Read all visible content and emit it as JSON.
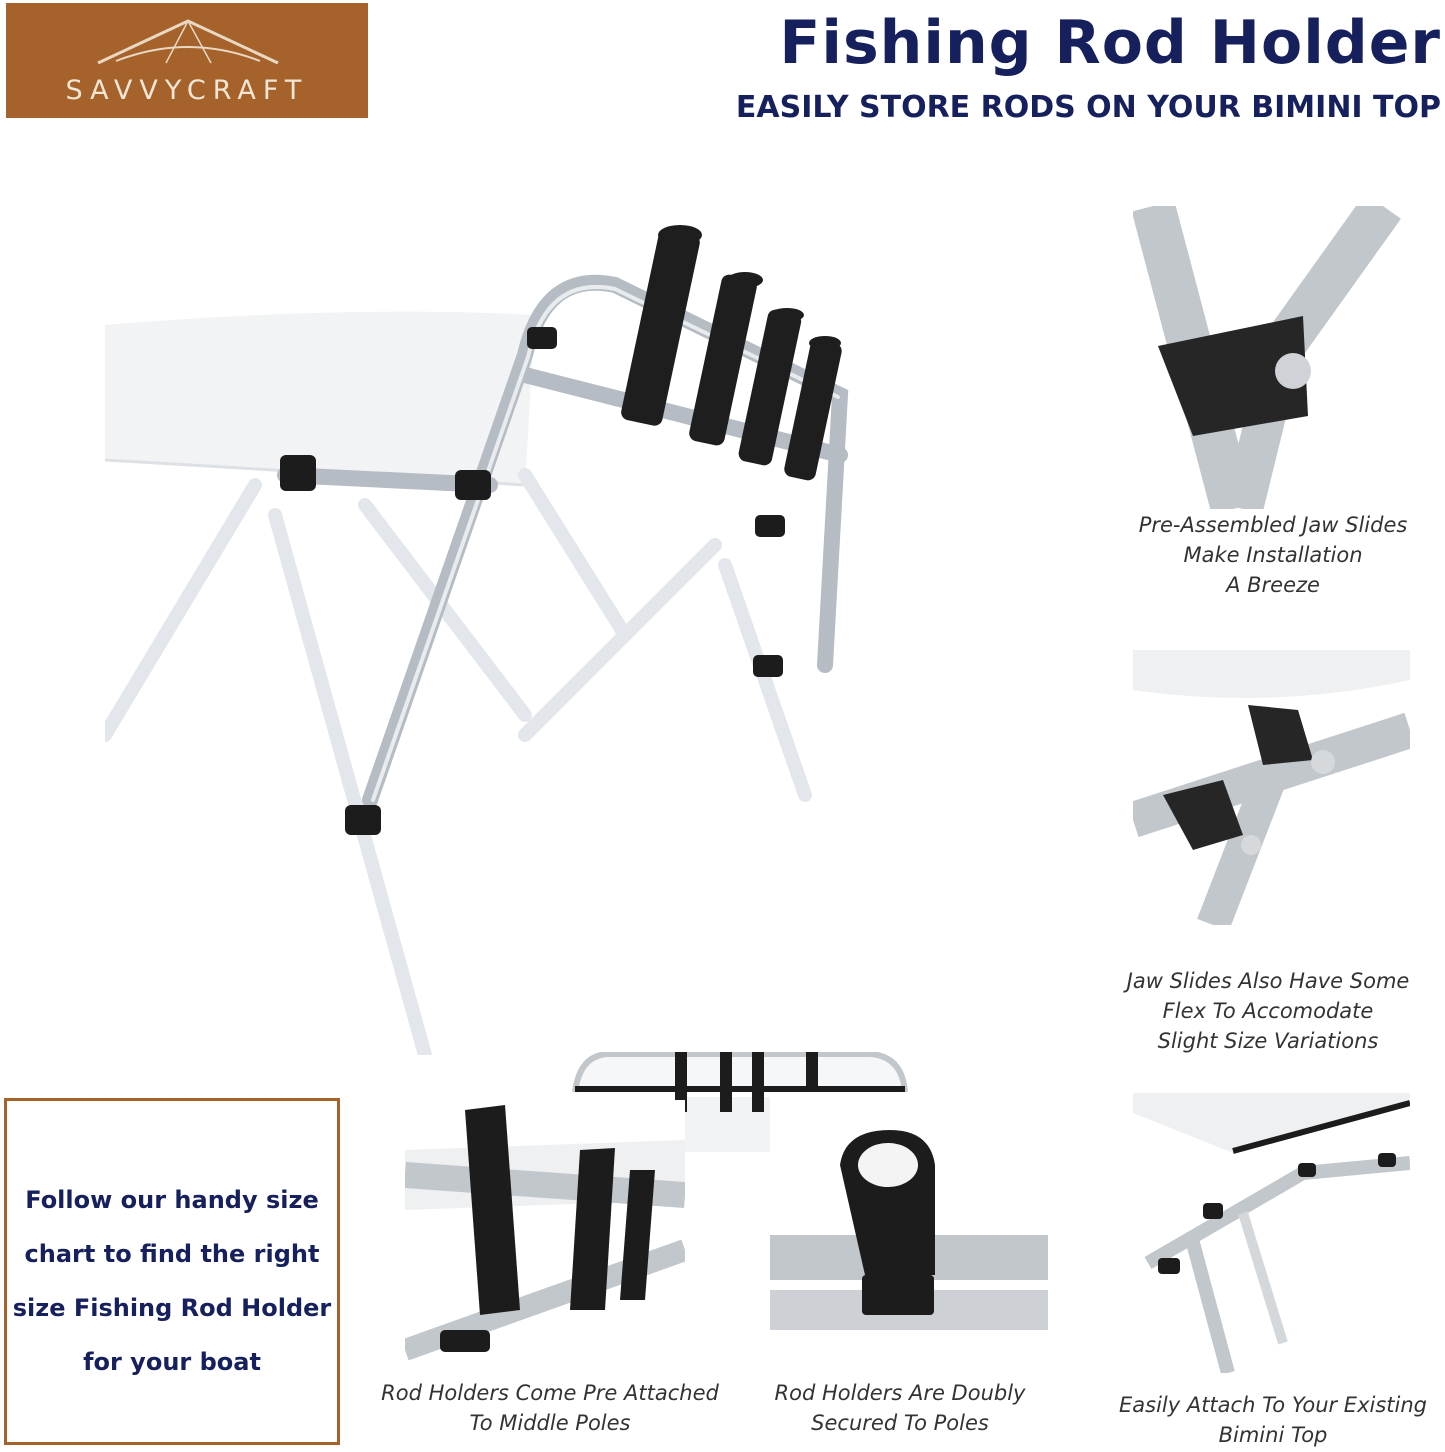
{
  "brand": {
    "logo_text": "SAVVYCRAFT",
    "color": "#a5622a"
  },
  "header": {
    "title": "Fishing Rod Holder",
    "subtitle": "EASILY STORE RODS ON YOUR BIMINI TOP",
    "color": "#16205c"
  },
  "captions": {
    "jaw_slides": "Pre-Assembled Jaw Slides\nMake Installation\nA Breeze",
    "flex": "Jaw Slides Also Have Some\nFlex To Accomodate\nSlight Size Variations",
    "middle_poles": "Rod Holders Come Pre Attached\nTo Middle Poles",
    "doubly_secured": "Rod Holders Are Doubly\nSecured To Poles",
    "attach": "Easily Attach To Your Existing\nBimini Top"
  },
  "callout": {
    "text": "Follow our handy size\nchart to find the right\nsize Fishing Rod Holder\nfor your boat"
  },
  "icons": [
    "canopy-logo-icon",
    "rod-holder-tube-icon",
    "jaw-slide-icon"
  ]
}
